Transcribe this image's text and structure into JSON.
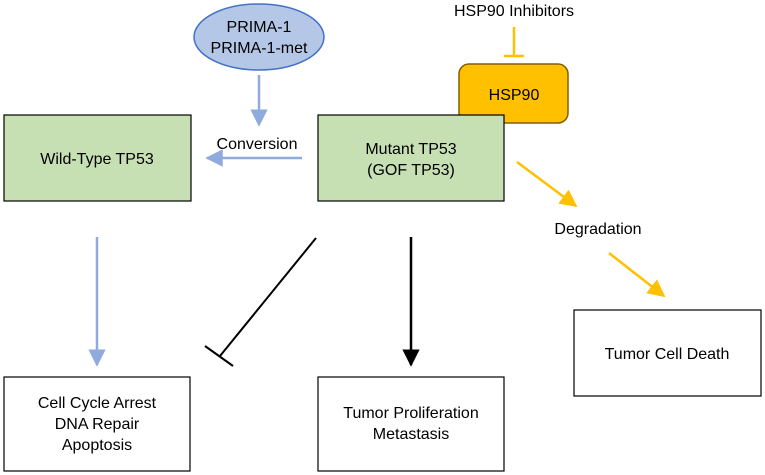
{
  "colors": {
    "green_fill": "#c6e0b4",
    "blue_fill": "#b4c7e7",
    "blue_arrow": "#8faadc",
    "gold_fill": "#ffc000",
    "gold_arrow": "#ffc000",
    "black": "#000000"
  },
  "nodes": {
    "prima": {
      "line1": "PRIMA-1",
      "line2": "PRIMA-1-met"
    },
    "hsp90_inhibitors": {
      "label": "HSP90 Inhibitors"
    },
    "hsp90": {
      "label": "HSP90"
    },
    "wild_type": {
      "label": "Wild-Type TP53"
    },
    "mutant": {
      "line1": "Mutant TP53",
      "line2": "(GOF TP53)"
    },
    "cell_cycle": {
      "line1": "Cell Cycle Arrest",
      "line2": "DNA Repair",
      "line3": "Apoptosis"
    },
    "tumor_prolif": {
      "line1": "Tumor Proliferation",
      "line2": "Metastasis"
    },
    "tumor_death": {
      "label": "Tumor Cell Death"
    }
  },
  "edges": {
    "conversion": {
      "label": "Conversion"
    },
    "degradation": {
      "label": "Degradation"
    }
  }
}
